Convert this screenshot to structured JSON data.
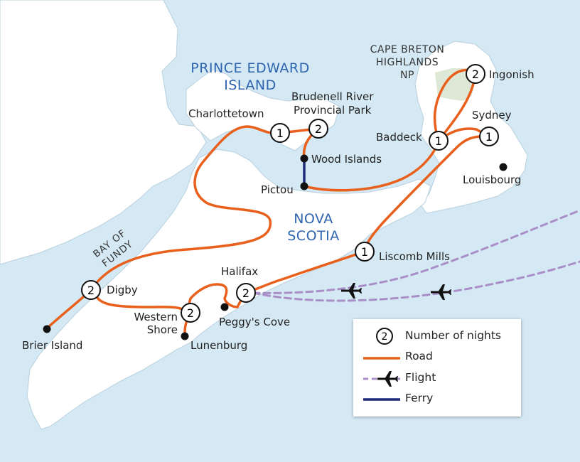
{
  "regions": {
    "pei": [
      "PRINCE EDWARD",
      "ISLAND"
    ],
    "nova_scotia": [
      "NOVA",
      "SCOTIA"
    ]
  },
  "park": [
    "CAPE BRETON",
    "HIGHLANDS",
    "NP"
  ],
  "bay": [
    "BAY OF",
    "FUNDY"
  ],
  "places": {
    "charlottetown": "Charlottetown",
    "brudenell": [
      "Brudenell River",
      "Provincial Park"
    ],
    "wood_islands": "Wood Islands",
    "pictou": "Pictou",
    "baddeck": "Baddeck",
    "ingonish": "Ingonish",
    "sydney": "Sydney",
    "louisbourg": "Louisbourg",
    "liscomb_mills": "Liscomb Mills",
    "halifax": "Halifax",
    "peggys_cove": "Peggy's Cove",
    "western_shore": [
      "Western",
      "Shore"
    ],
    "lunenburg": "Lunenburg",
    "digby": "Digby",
    "brier_island": "Brier Island"
  },
  "nights": {
    "charlottetown": "1",
    "brudenell": "2",
    "baddeck": "1",
    "ingonish": "2",
    "sydney": "1",
    "liscomb_mills": "1",
    "halifax": "2",
    "western_shore": "2",
    "digby": "2"
  },
  "legend": {
    "nights_symbol": "2",
    "nights": "Number of nights",
    "road": "Road",
    "flight": "Flight",
    "ferry": "Ferry"
  },
  "colors": {
    "water": "#d5e9f4",
    "land": "#ffffff",
    "park": "#dde8d6",
    "road": "#e8601c",
    "flight": "#a98ec8",
    "ferry": "#1f2a7a",
    "region_text": "#2e64b0"
  },
  "icons": {
    "stop": "black-dot",
    "overnight": "numbered-circle",
    "flight": "plane-icon"
  }
}
